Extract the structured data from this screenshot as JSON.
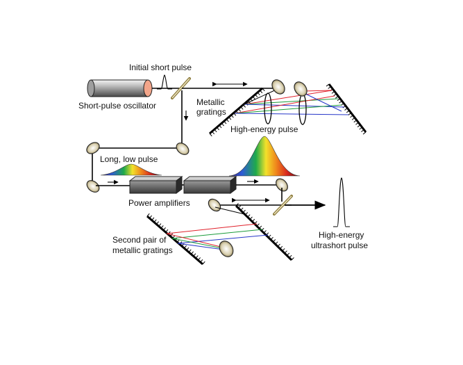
{
  "labels": {
    "initial_short_pulse": "Initial short pulse",
    "short_pulse_oscillator": "Short-pulse oscillator",
    "metallic": "Metallic",
    "gratings": "gratings",
    "high_energy_pulse": "High-energy pulse",
    "long_low_pulse": "Long, low pulse",
    "power_amplifiers": "Power amplifiers",
    "second_pair_of": "Second pair of",
    "metallic_gratings": "metallic gratings",
    "high_energy": "High-energy",
    "ultrashort_pulse": "ultrashort pulse"
  },
  "colors": {
    "spectrum": [
      "#3b1f8a",
      "#2d5bd8",
      "#1faa4a",
      "#f2e12a",
      "#f08a1c",
      "#d8261e",
      "#5a0a0a"
    ],
    "oscillator_end": "#f2a58a",
    "ray_red": "#e0202a",
    "ray_green": "#1a9a3a",
    "ray_blue": "#2535c8"
  }
}
